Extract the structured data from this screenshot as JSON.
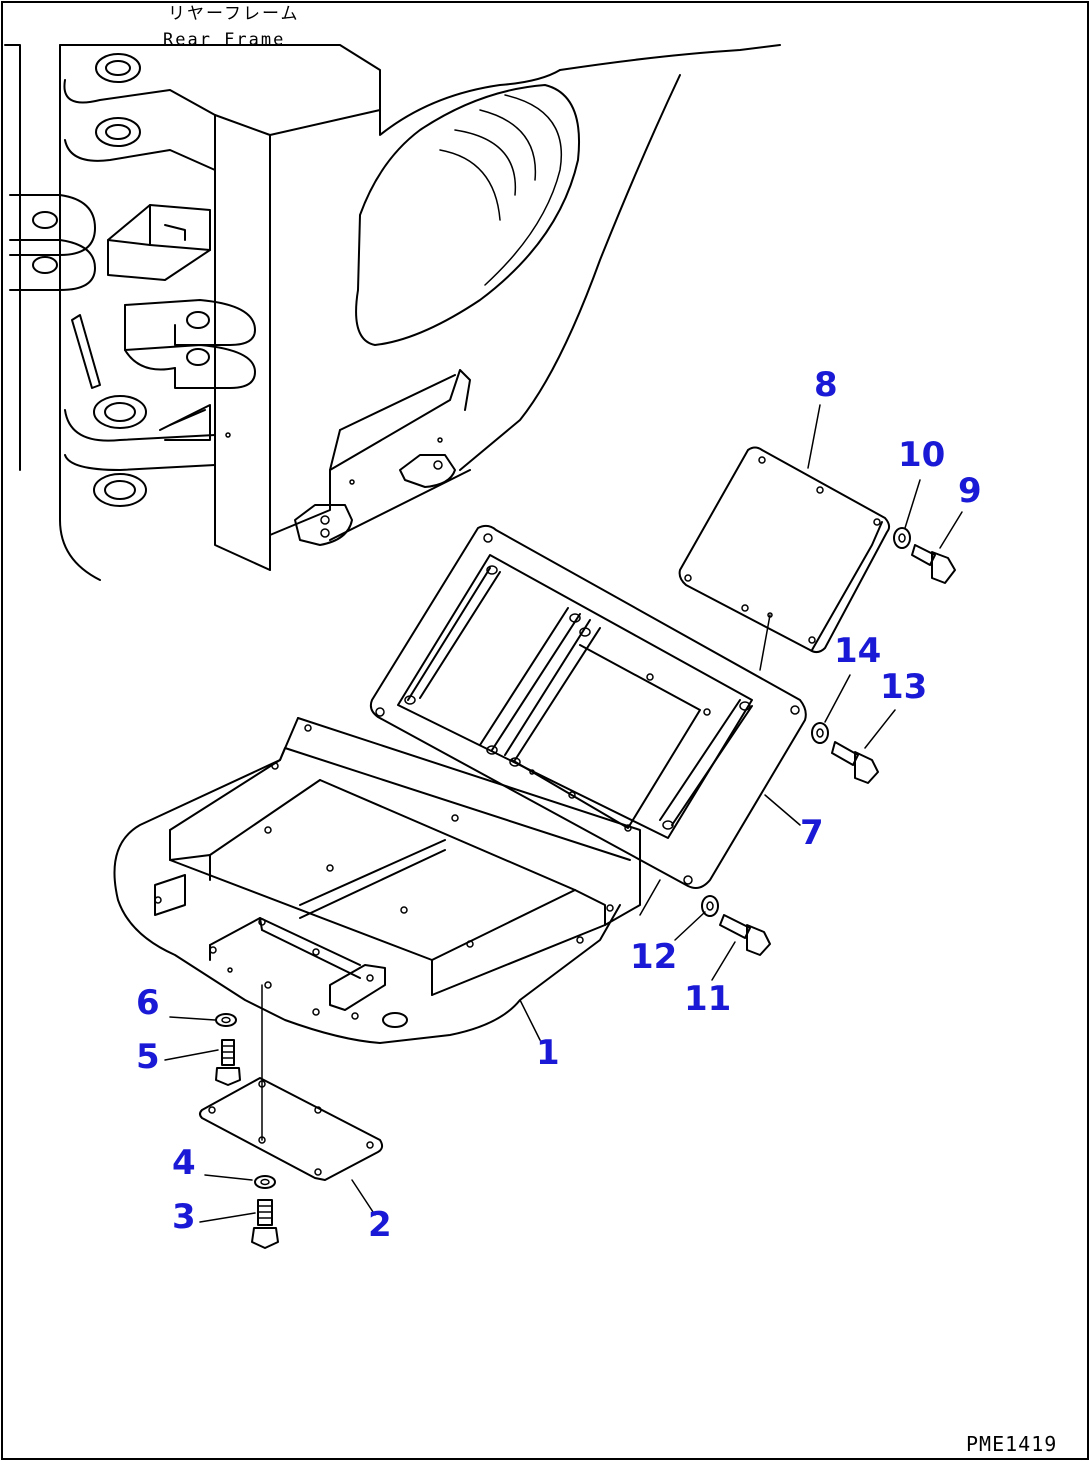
{
  "header": {
    "label_jp": "リヤーフレーム",
    "label_en": "Rear Frame"
  },
  "drawing_code": "PME1419",
  "callout_color": "#1a1ad6",
  "callouts": [
    {
      "id": "c1",
      "num": "1"
    },
    {
      "id": "c2",
      "num": "2"
    },
    {
      "id": "c3",
      "num": "3"
    },
    {
      "id": "c4",
      "num": "4"
    },
    {
      "id": "c5",
      "num": "5"
    },
    {
      "id": "c6",
      "num": "6"
    },
    {
      "id": "c7",
      "num": "7"
    },
    {
      "id": "c8",
      "num": "8"
    },
    {
      "id": "c9",
      "num": "9"
    },
    {
      "id": "c10",
      "num": "10"
    },
    {
      "id": "c11",
      "num": "11"
    },
    {
      "id": "c12",
      "num": "12"
    },
    {
      "id": "c13",
      "num": "13"
    },
    {
      "id": "c14",
      "num": "14"
    }
  ]
}
